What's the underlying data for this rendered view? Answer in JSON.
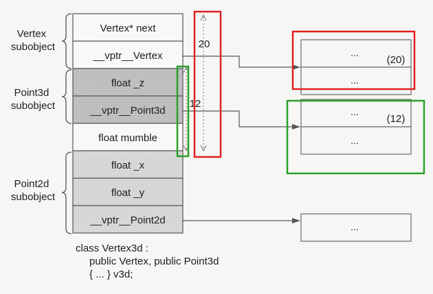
{
  "groups": [
    {
      "line1": "Vertex",
      "line2": "subobject"
    },
    {
      "line1": "Point3d",
      "line2": "subobject"
    },
    {
      "line1": "Point2d",
      "line2": "subobject"
    }
  ],
  "cells": [
    {
      "label": "Vertex* next",
      "shade": "white"
    },
    {
      "label": "__vptr__Vertex",
      "shade": "white"
    },
    {
      "label": "float _z",
      "shade": "dark"
    },
    {
      "label": "__vptr__Point3d",
      "shade": "dark"
    },
    {
      "label": "float mumble",
      "shade": "white"
    },
    {
      "label": "float _x",
      "shade": "light"
    },
    {
      "label": "float _y",
      "shade": "light"
    },
    {
      "label": "__vptr__Point2d",
      "shade": "light"
    }
  ],
  "offsets": {
    "outer": "20",
    "inner": "12"
  },
  "vtables": [
    {
      "row1": "...",
      "row2": "...",
      "offset_label": "(20)"
    },
    {
      "row1": "...",
      "row2": "...",
      "offset_label": "(12)"
    },
    {
      "row1": "..."
    }
  ],
  "caption": {
    "line1": "class Vertex3d :",
    "line2": "public Vertex, public Point3d",
    "line3": "{ ... } v3d;"
  },
  "colors": {
    "highlight_red": "#e02020",
    "highlight_green": "#2aa02a"
  }
}
